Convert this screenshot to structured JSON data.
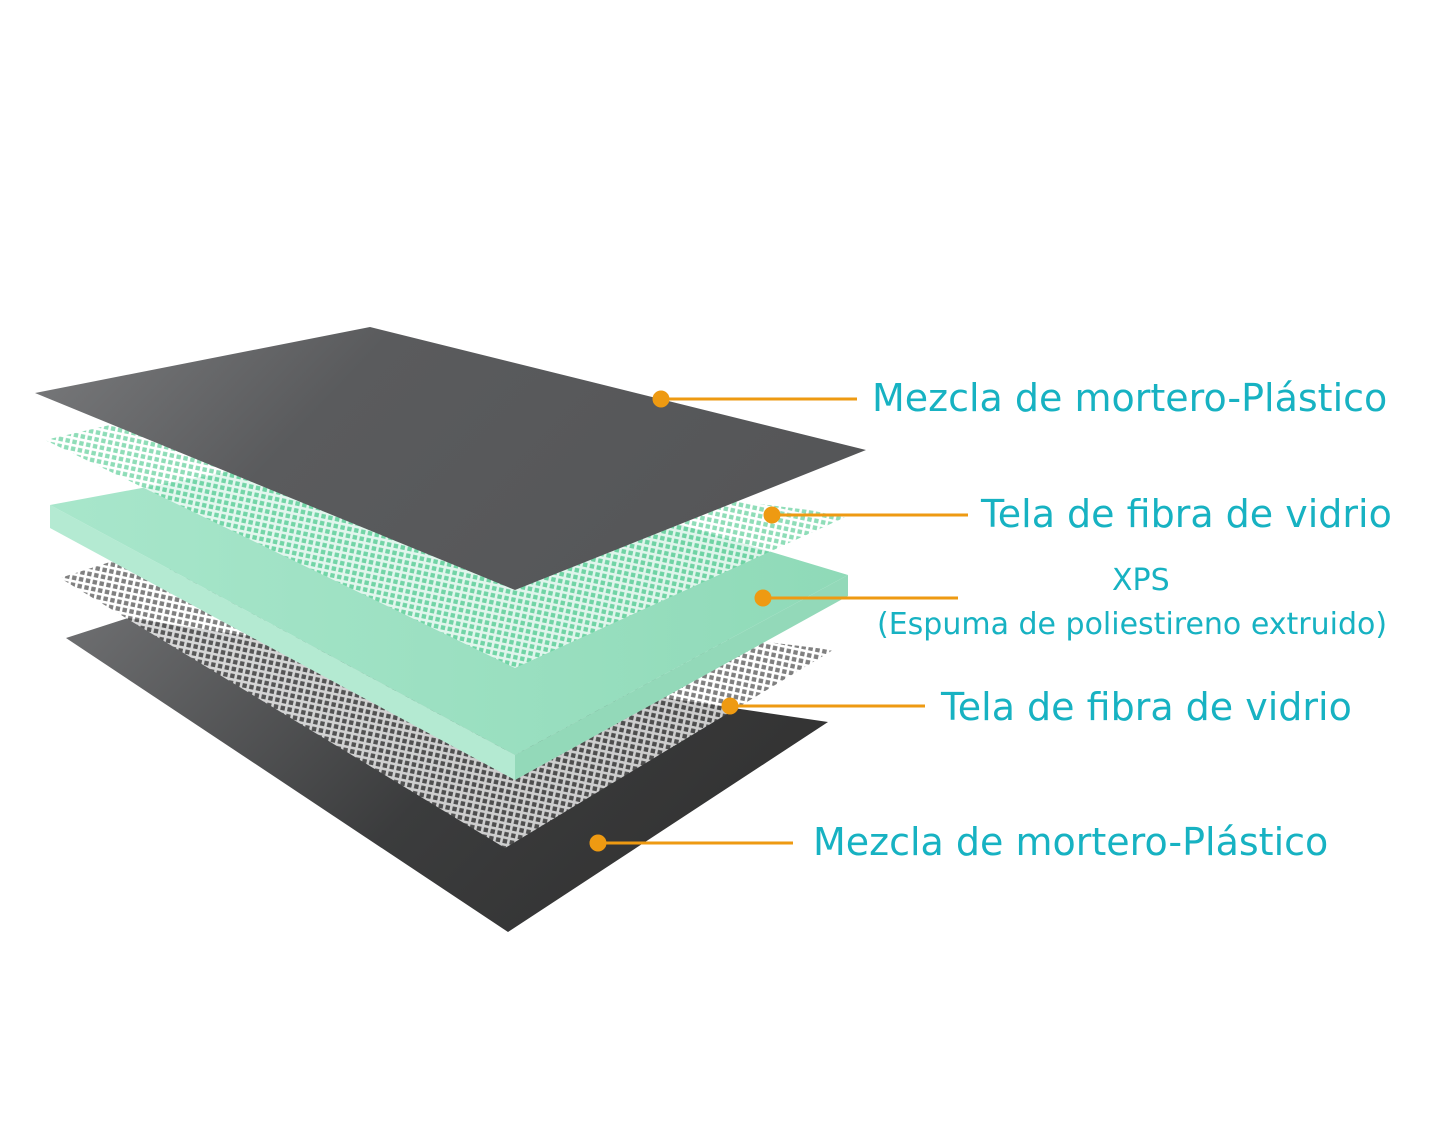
{
  "colors": {
    "label": "#17b2c2",
    "leader": "#ee9a12",
    "mortar": "#58595b",
    "xps": "#9fe0c4",
    "mesh": "#ffffff"
  },
  "layers": [
    {
      "label": "Mezcla de mortero-Plástico"
    },
    {
      "label": "Tela de fibra de vidrio"
    },
    {
      "label": "XPS",
      "sub": "(Espuma de poliestireno extruido)"
    },
    {
      "label": "Tela de fibra de vidrio"
    },
    {
      "label": "Mezcla de mortero-Plástico"
    }
  ]
}
